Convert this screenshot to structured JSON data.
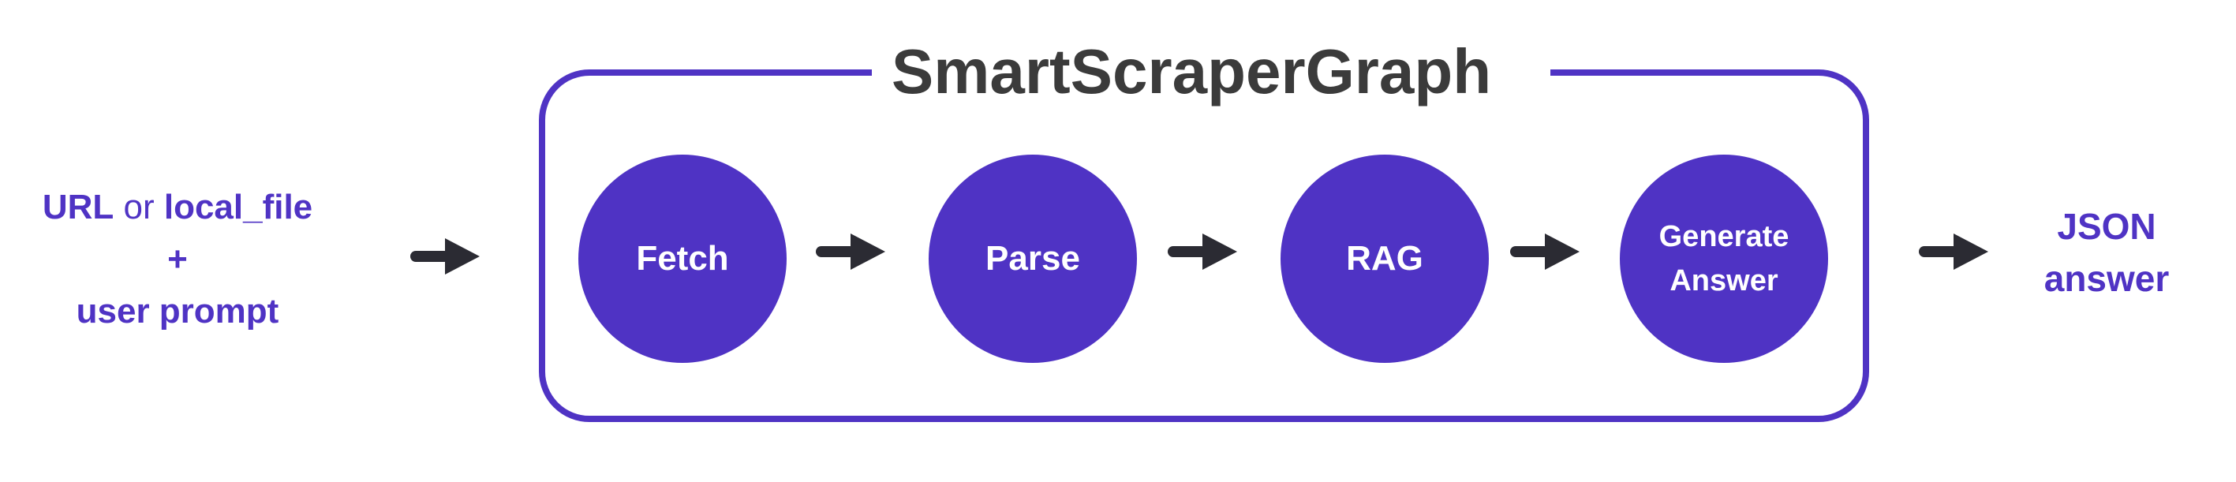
{
  "diagram": {
    "title": "SmartScraperGraph",
    "input": {
      "line1_a": "URL",
      "line1_b": " or ",
      "line1_c": "local_file",
      "line2": "+",
      "line3": "user prompt"
    },
    "output": {
      "line1": "JSON",
      "line2": "answer"
    },
    "nodes": [
      {
        "label_line1": "Fetch",
        "label_line2": ""
      },
      {
        "label_line1": "Parse",
        "label_line2": ""
      },
      {
        "label_line1": "RAG",
        "label_line2": ""
      },
      {
        "label_line1": "Generate",
        "label_line2": "Answer"
      }
    ],
    "colors": {
      "accent": "#4f33c4",
      "arrow": "#2b2b33",
      "title": "#3b3b3b",
      "background": "#ffffff"
    },
    "icons": [
      "arrow-right-icon"
    ]
  }
}
